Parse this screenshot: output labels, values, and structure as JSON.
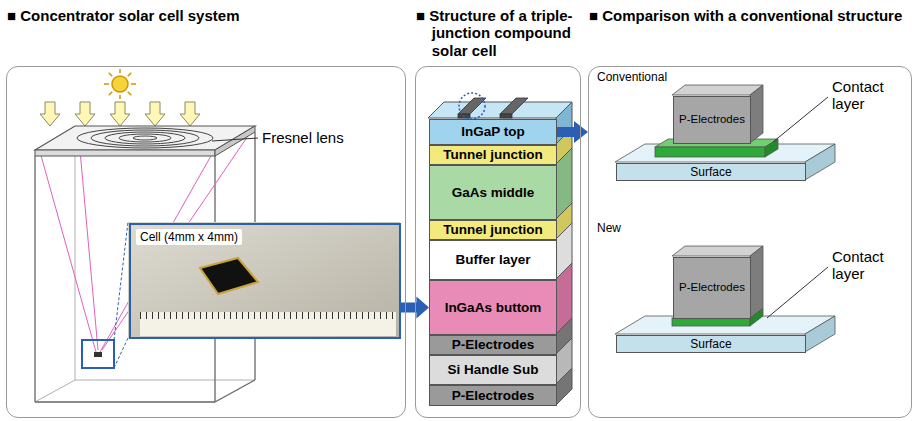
{
  "diagram": {
    "nodes": [
      {
        "text": [
          "■ Concentrator solar cell system"
        ]
      },
      {
        "text": [
          "Cell (4mm x 4mm)"
        ],
        "in": 0
      },
      {
        "text": [
          "■ Structure of a triple-junction compound solar cell"
        ]
      },
      {
        "text": [
          "InGaP top"
        ],
        "in": 2
      },
      {
        "text": [
          "Tunnel junction"
        ],
        "in": 2
      },
      {
        "text": [
          "GaAs middle"
        ],
        "in": 2
      },
      {
        "text": [
          "Tunnel junction"
        ],
        "in": 2
      },
      {
        "text": [
          "Buffer layer"
        ],
        "in": 2
      },
      {
        "text": [
          "InGaAs buttom"
        ],
        "in": 2
      },
      {
        "text": [
          "P-Electrodes"
        ],
        "in": 2
      },
      {
        "text": [
          "Si Handle Sub"
        ],
        "in": 2
      },
      {
        "text": [
          "P-Electrodes"
        ],
        "in": 2
      },
      {
        "text": [
          "■ Comparison with a conventional structure"
        ]
      },
      {
        "text": [
          "P-Electrodes"
        ],
        "in": 12
      },
      {
        "text": [
          "Surface"
        ],
        "in": 12
      },
      {
        "text": [
          "P-Electrodes"
        ],
        "in": 12
      },
      {
        "text": [
          "Surface"
        ],
        "in": 12
      }
    ],
    "edges": [
      {
        "from": 1,
        "to": 8,
        "arrow": "to"
      },
      {
        "from": 3,
        "to": 12,
        "arrow": "to"
      }
    ],
    "labels": [
      "Fresnel lens",
      "Conventional",
      "Contact layer",
      "New",
      "Contact layer"
    ]
  }
}
